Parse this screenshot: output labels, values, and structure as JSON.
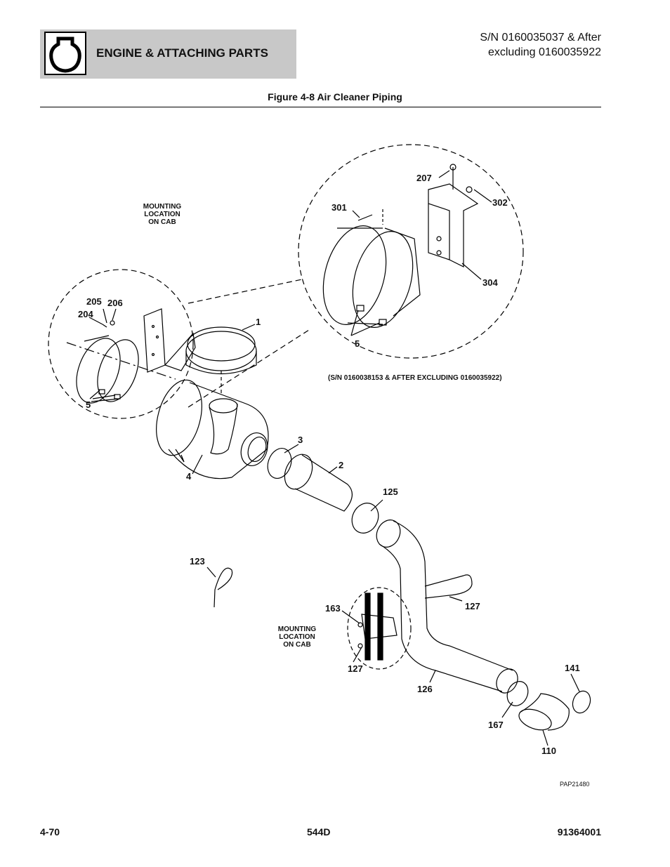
{
  "header": {
    "section_title": "ENGINE & ATTACHING PARTS",
    "serial_line1": "S/N 0160035037 & After",
    "serial_line2": "excluding 0160035922",
    "icon": "engine-section-icon"
  },
  "figure": {
    "title": "Figure 4-8 Air Cleaner Piping",
    "callouts": {
      "c1": "1",
      "c2": "2",
      "c3": "3",
      "c4": "4",
      "c5a": "5",
      "c5b": "5",
      "c204": "204",
      "c205": "205",
      "c206": "206",
      "c207": "207",
      "c301": "301",
      "c302": "302",
      "c304": "304",
      "c123": "123",
      "c125": "125",
      "c126": "126",
      "c127a": "127",
      "c127b": "127",
      "c163": "163",
      "c141": "141",
      "c167": "167",
      "c110": "110"
    },
    "notes": {
      "mount_top": [
        "MOUNTING",
        "LOCATION",
        "ON CAB"
      ],
      "mount_bottom": [
        "MOUNTING",
        "LOCATION",
        "ON CAB"
      ],
      "serial_note": "(S/N 0160038153 & AFTER EXCLUDING 0160035922)",
      "drawing_code": "PAP21480"
    }
  },
  "footer": {
    "page": "4-70",
    "model": "544D",
    "part_number": "91364001"
  }
}
